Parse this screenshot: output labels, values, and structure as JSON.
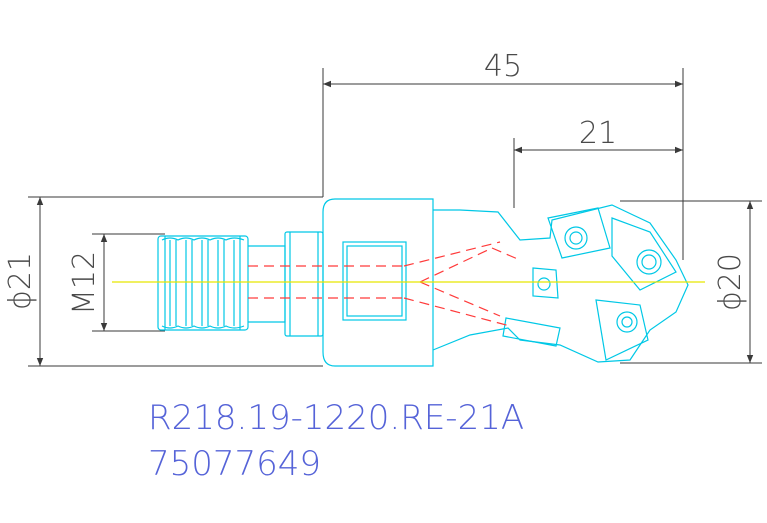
{
  "dimensions": {
    "overall_length": "45",
    "head_length": "21",
    "shank_diameter": "ϕ21",
    "thread_size": "M12",
    "cutting_diameter": "ϕ20"
  },
  "part": {
    "designation": "R218.19-1220.RE-21A",
    "item_number": "75077649"
  },
  "colors": {
    "outline": "#00c8e6",
    "hidden_lines": "#ff3b3b",
    "centerline": "#e6e600",
    "dimension_lines": "#3a3a3a",
    "part_text": "#5563d8"
  }
}
